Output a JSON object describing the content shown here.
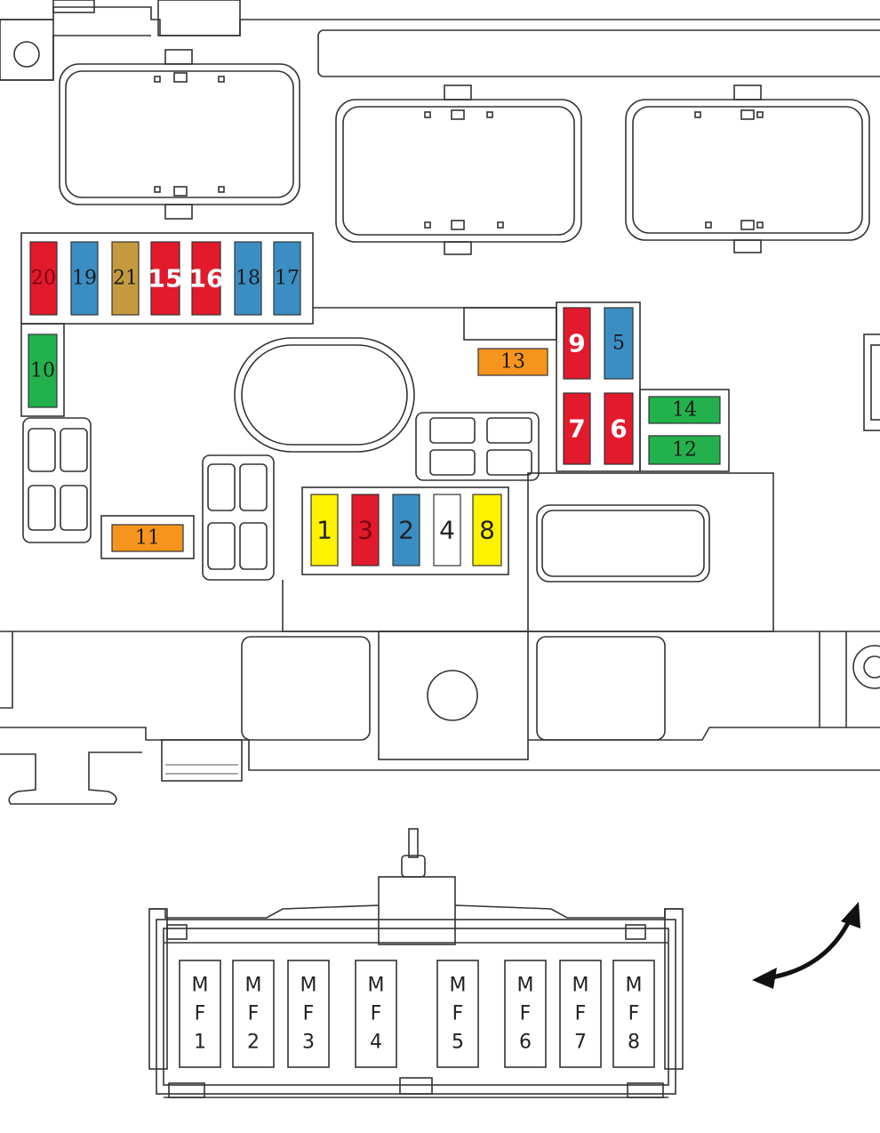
{
  "colors": {
    "red": "#e21a2c",
    "blue": "#3b8ec4",
    "tan": "#c59a3e",
    "green": "#22b14c",
    "orange": "#f7941d",
    "yellow": "#fff200",
    "white": "#ffffff",
    "outline": "#333333"
  },
  "upper_fuse_box": {
    "fuses": [
      {
        "label": "20",
        "color": "red"
      },
      {
        "label": "19",
        "color": "blue"
      },
      {
        "label": "21",
        "color": "tan"
      },
      {
        "label": "15",
        "color": "red"
      },
      {
        "label": "16",
        "color": "red"
      },
      {
        "label": "18",
        "color": "blue"
      },
      {
        "label": "17",
        "color": "blue"
      },
      {
        "label": "10",
        "color": "green"
      },
      {
        "label": "13",
        "color": "orange"
      },
      {
        "label": "9",
        "color": "red"
      },
      {
        "label": "5",
        "color": "blue"
      },
      {
        "label": "7",
        "color": "red"
      },
      {
        "label": "6",
        "color": "red"
      },
      {
        "label": "14",
        "color": "green"
      },
      {
        "label": "12",
        "color": "green"
      },
      {
        "label": "11",
        "color": "orange"
      },
      {
        "label": "1",
        "color": "yellow"
      },
      {
        "label": "3",
        "color": "red"
      },
      {
        "label": "2",
        "color": "blue"
      },
      {
        "label": "4",
        "color": "white"
      },
      {
        "label": "8",
        "color": "yellow"
      }
    ]
  },
  "maxi_fuse_block": {
    "fuses": [
      {
        "letters": [
          "M",
          "F",
          "1"
        ]
      },
      {
        "letters": [
          "M",
          "F",
          "2"
        ]
      },
      {
        "letters": [
          "M",
          "F",
          "3"
        ]
      },
      {
        "letters": [
          "M",
          "F",
          "4"
        ]
      },
      {
        "letters": [
          "M",
          "F",
          "5"
        ]
      },
      {
        "letters": [
          "M",
          "F",
          "6"
        ]
      },
      {
        "letters": [
          "M",
          "F",
          "7"
        ]
      },
      {
        "letters": [
          "M",
          "F",
          "8"
        ]
      }
    ]
  },
  "rotation_arrow": {
    "icon": "double-headed-curved-arrow-icon"
  }
}
